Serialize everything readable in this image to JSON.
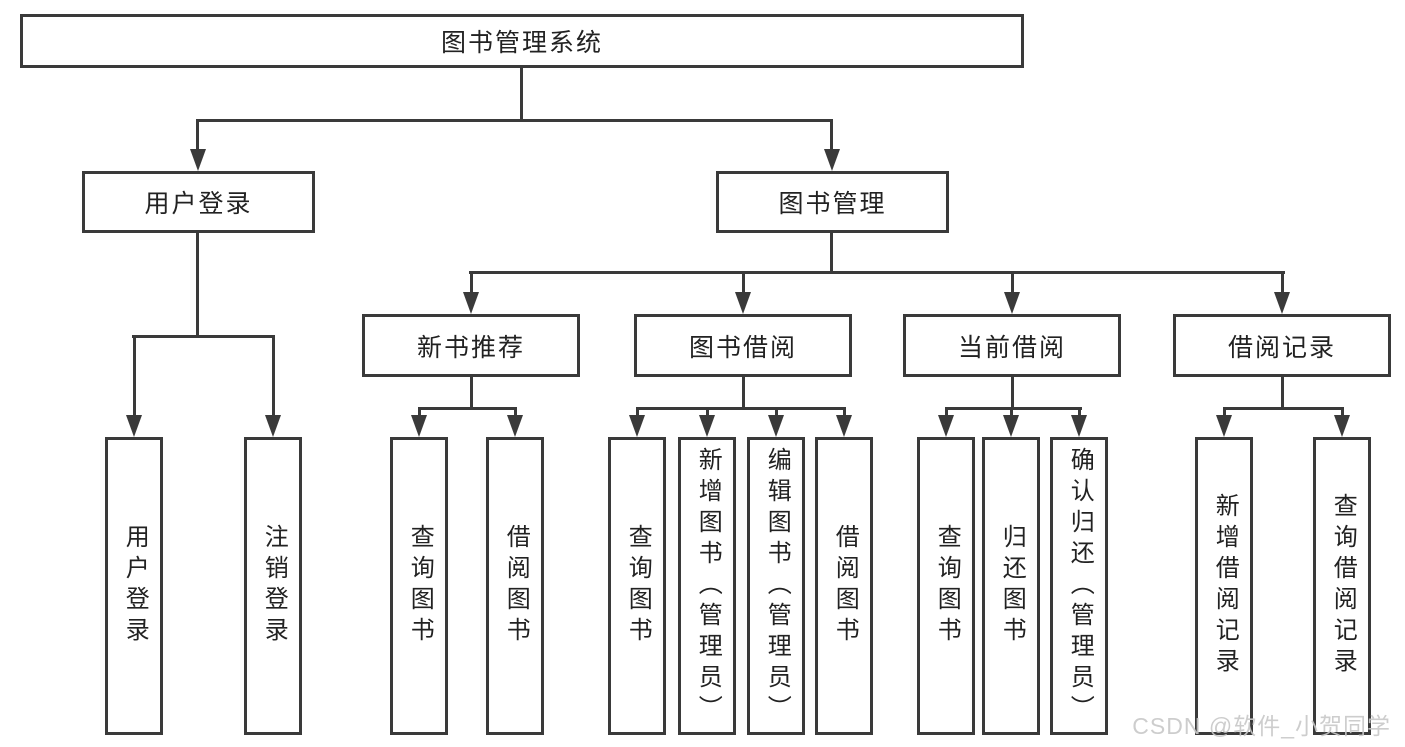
{
  "tree": {
    "root": {
      "label": "图书管理系统"
    },
    "branches": [
      {
        "label": "用户登录",
        "children": [
          {
            "label": "用户登录"
          },
          {
            "label": "注销登录"
          }
        ]
      },
      {
        "label": "图书管理",
        "children": [
          {
            "label": "新书推荐",
            "children": [
              {
                "label": "查询图书"
              },
              {
                "label": "借阅图书"
              }
            ]
          },
          {
            "label": "图书借阅",
            "children": [
              {
                "label": "查询图书"
              },
              {
                "label": "新增图书（管理员）"
              },
              {
                "label": "编辑图书（管理员）"
              },
              {
                "label": "借阅图书"
              }
            ]
          },
          {
            "label": "当前借阅",
            "children": [
              {
                "label": "查询图书"
              },
              {
                "label": "归还图书"
              },
              {
                "label": "确认归还（管理员）"
              }
            ]
          },
          {
            "label": "借阅记录",
            "children": [
              {
                "label": "新增借阅记录"
              },
              {
                "label": "查询借阅记录"
              }
            ]
          }
        ]
      }
    ]
  },
  "watermark": {
    "text": "CSDN @软件_小贺同学"
  },
  "colors": {
    "line": "#3a3a3a",
    "box_border": "#3a3a3a",
    "text": "#222222",
    "watermark": "#c8c8c8",
    "background": "#ffffff"
  }
}
